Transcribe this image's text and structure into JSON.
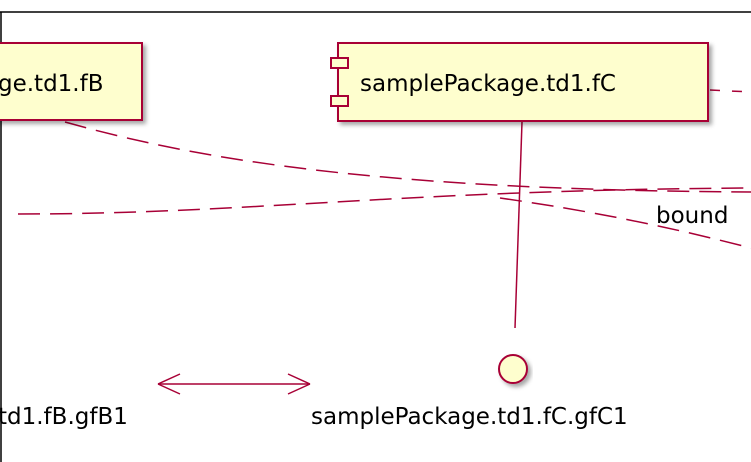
{
  "diagram": {
    "components": [
      {
        "label": "ge.td1.fB"
      },
      {
        "label": "samplePackage.td1.fC"
      }
    ],
    "interfaces": [
      {
        "label": "td1.fB.gfB1"
      },
      {
        "label": "samplePackage.td1.fC.gfC1"
      }
    ],
    "edge_labels": [
      {
        "label": "bound"
      }
    ],
    "colors": {
      "component_fill": "#FEFECE",
      "border": "#A80036",
      "frame": "#000000",
      "text": "#000000"
    }
  }
}
